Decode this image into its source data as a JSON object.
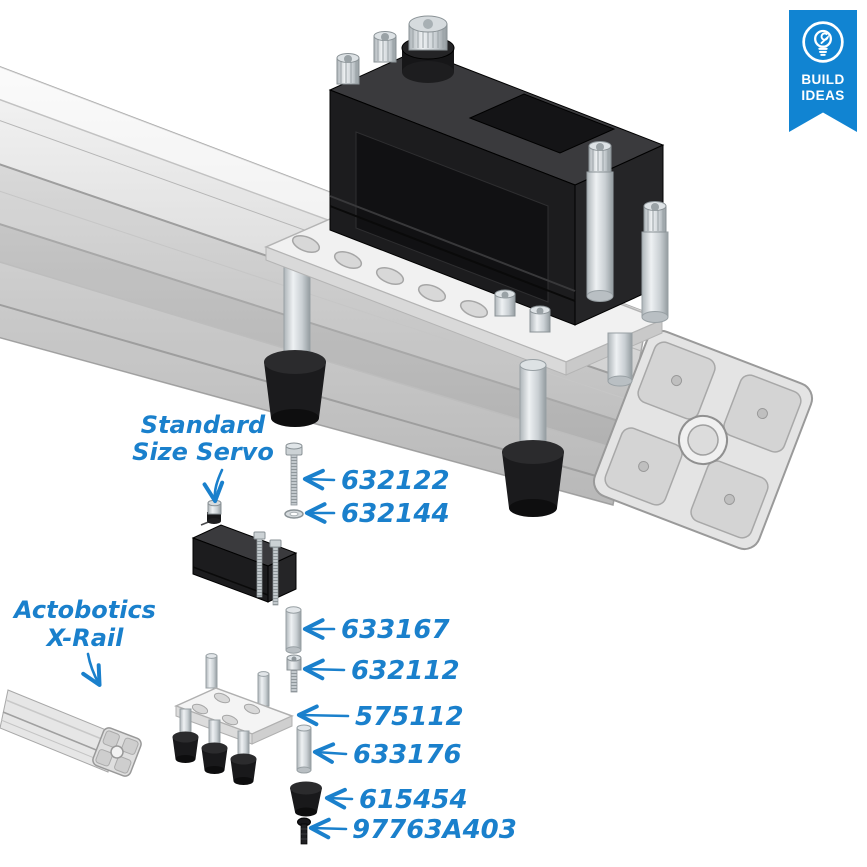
{
  "accent": {
    "blue": "#1a80cc",
    "banner_blue": "#1184d2"
  },
  "banner": {
    "icon": "lightbulb-wrench-icon",
    "line1": "BUILD",
    "line2": "IDEAS"
  },
  "callouts": {
    "servo": {
      "line1": "Standard",
      "line2": "Size Servo"
    },
    "rail": {
      "line1": "Actobotics",
      "line2": "X-Rail"
    }
  },
  "parts": [
    {
      "number": "632122",
      "name": "socket-head-screw"
    },
    {
      "number": "632144",
      "name": "washer"
    },
    {
      "number": "633167",
      "name": "aluminum-spacer"
    },
    {
      "number": "632112",
      "name": "socket-head-screw"
    },
    {
      "number": "575112",
      "name": "servo-mount-plate"
    },
    {
      "number": "633176",
      "name": "aluminum-standoff"
    },
    {
      "number": "615454",
      "name": "rubber-foot"
    },
    {
      "number": "97763A403",
      "name": "flat-head-screw"
    }
  ]
}
